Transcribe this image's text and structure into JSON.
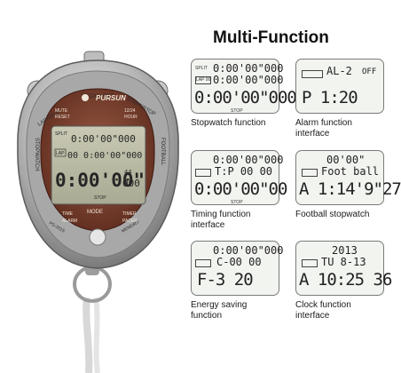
{
  "heading": "Multi-Function",
  "watch": {
    "brand": "PURSUN",
    "model": "PS-2015",
    "bezel_labels": {
      "lap_split": "LAP/SPLIT",
      "recall_set": "RECALL/SET",
      "start_stop": "START/STOP",
      "side_left": "STOPWATCH",
      "side_right": "FOOTBALL",
      "memory": "MEMORY"
    },
    "face_labels": {
      "mute": "MUTE",
      "reset": "RESET",
      "hour_mode": "12/24",
      "hour": "HOUR",
      "mode": "MODE",
      "time": "TIME",
      "timer": "TIMER",
      "alarm": "ALARM",
      "pacer": "PACER",
      "stop": "STOP"
    },
    "display": {
      "split_label": "SPLIT",
      "split_value": "0:00'00\"000",
      "lap_label": "LAP",
      "lap_value": "00 0:00'00\"000",
      "main_value": "0:00'00\"",
      "main_small": "44",
      "main_ms": "000"
    }
  },
  "modes": [
    {
      "caption": "Stopwatch function",
      "line1_label": "SPLIT",
      "line1": "0:00'00\"000",
      "line2_label": "LAP 00",
      "line2": "0:00'00\"000",
      "line3": "0:00'00\"000",
      "stop_label": "STOP"
    },
    {
      "caption": "Alarm function interface",
      "line1": "AL-2",
      "line1_suffix": "OFF",
      "line3": "P   1:20"
    },
    {
      "caption": "Timing function interface",
      "line1": "0:00'00\"000",
      "line2": "T:P 00 00",
      "line3": "0:00'00\"00",
      "stop_label": "STOP"
    },
    {
      "caption": "Football stopwatch",
      "line1": "00'00\"",
      "line2": "Foot ball",
      "line3": "A 1:14'9\"27"
    },
    {
      "caption": "Energy saving function",
      "line1": "0:00'00\"000",
      "line2": "C-00 00",
      "line3": "F-3 20"
    },
    {
      "caption": "Clock function interface",
      "line1": "2013",
      "line2": "TU   8-13",
      "line3": "A 10:25 36"
    }
  ]
}
